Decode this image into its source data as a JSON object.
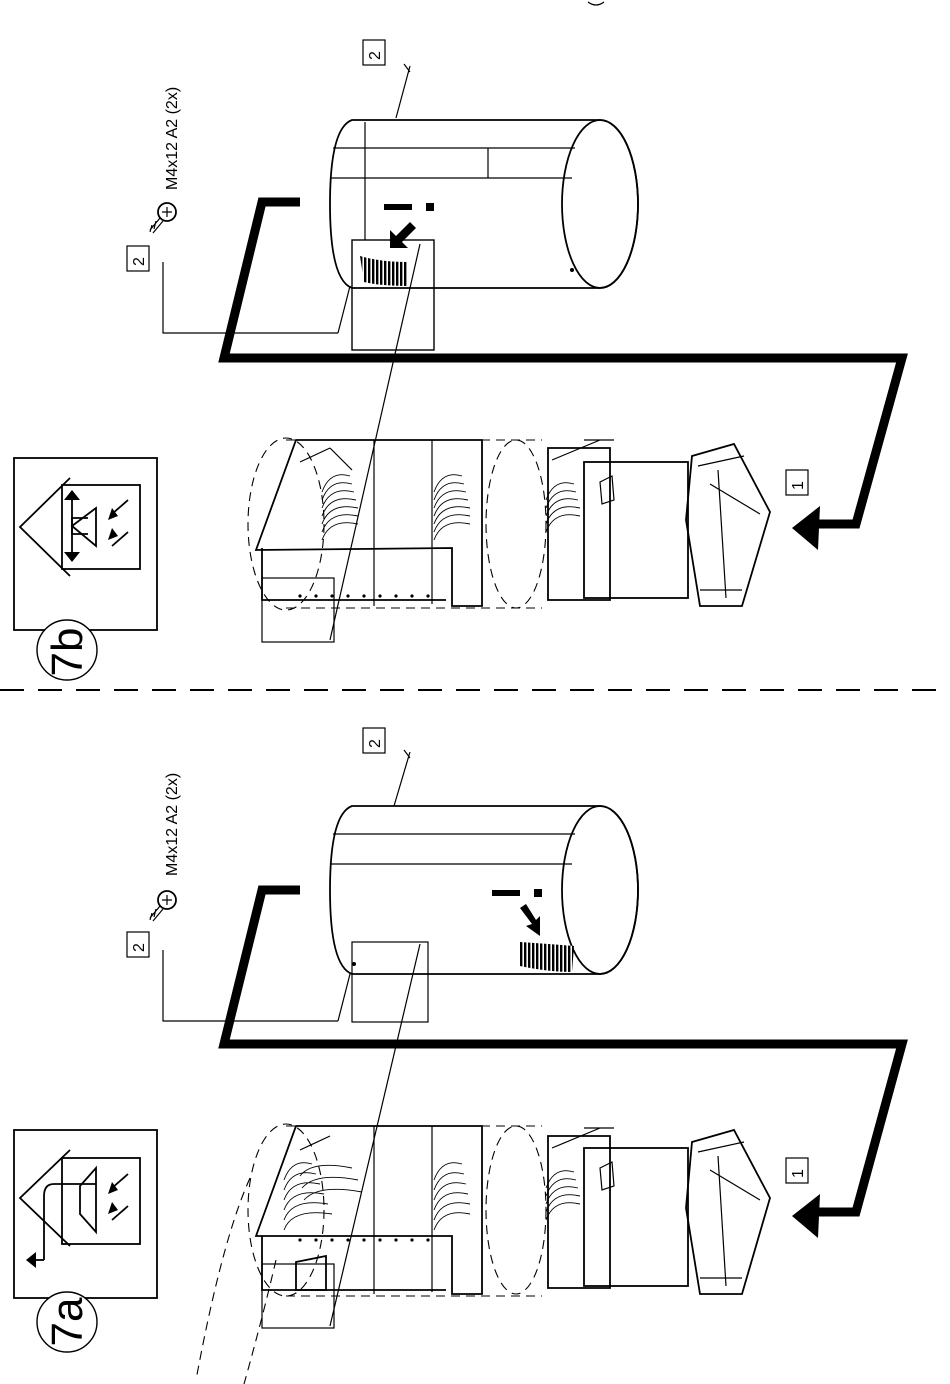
{
  "panels": [
    {
      "id": "7b",
      "step_label": "7b",
      "screw_spec": "M4x12 A2 (2x)",
      "callout_screw": "2",
      "callout_top": "2",
      "callout_duct": "1",
      "warning_mark": "!"
    },
    {
      "id": "7a",
      "step_label": "7a",
      "screw_spec": "M4x12 A2 (2x)",
      "callout_screw": "2",
      "callout_top": "2",
      "callout_duct": "1",
      "warning_mark": "!"
    }
  ],
  "icons": [
    "hood-recirculation-icon",
    "hood-extraction-icon",
    "screw-icon",
    "direction-arrow-icon"
  ],
  "colors": {
    "line": "#000000",
    "background": "#ffffff"
  }
}
